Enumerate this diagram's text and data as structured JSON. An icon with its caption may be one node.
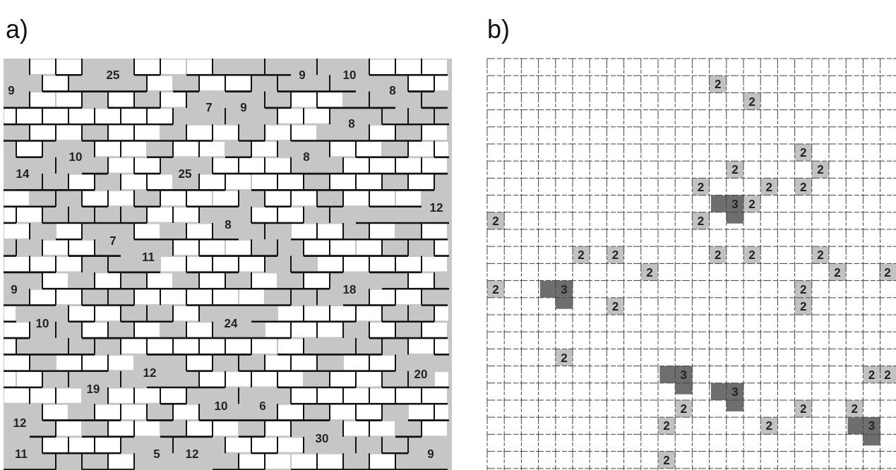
{
  "diagram": {
    "labels": [
      "a)",
      "b)",
      "25",
      "9",
      "10",
      "9",
      "8",
      "7",
      "9",
      "8",
      "10",
      "8",
      "14",
      "25",
      "12",
      "8",
      "7",
      "11",
      "9",
      "18",
      "10",
      "24",
      "12",
      "20",
      "19",
      "10",
      "6",
      "12",
      "30",
      "11",
      "5",
      "12",
      "9",
      "2",
      "2",
      "2",
      "2",
      "2",
      "2",
      "2",
      "2",
      "3",
      "2",
      "2",
      "2",
      "2",
      "2",
      "2",
      "2",
      "2",
      "2",
      "2",
      "2",
      "2",
      "3",
      "2",
      "2",
      "2",
      "2",
      "3",
      "2",
      "2",
      "3",
      "2",
      "2",
      "2",
      "2",
      "2",
      "3",
      "2"
    ]
  }
}
